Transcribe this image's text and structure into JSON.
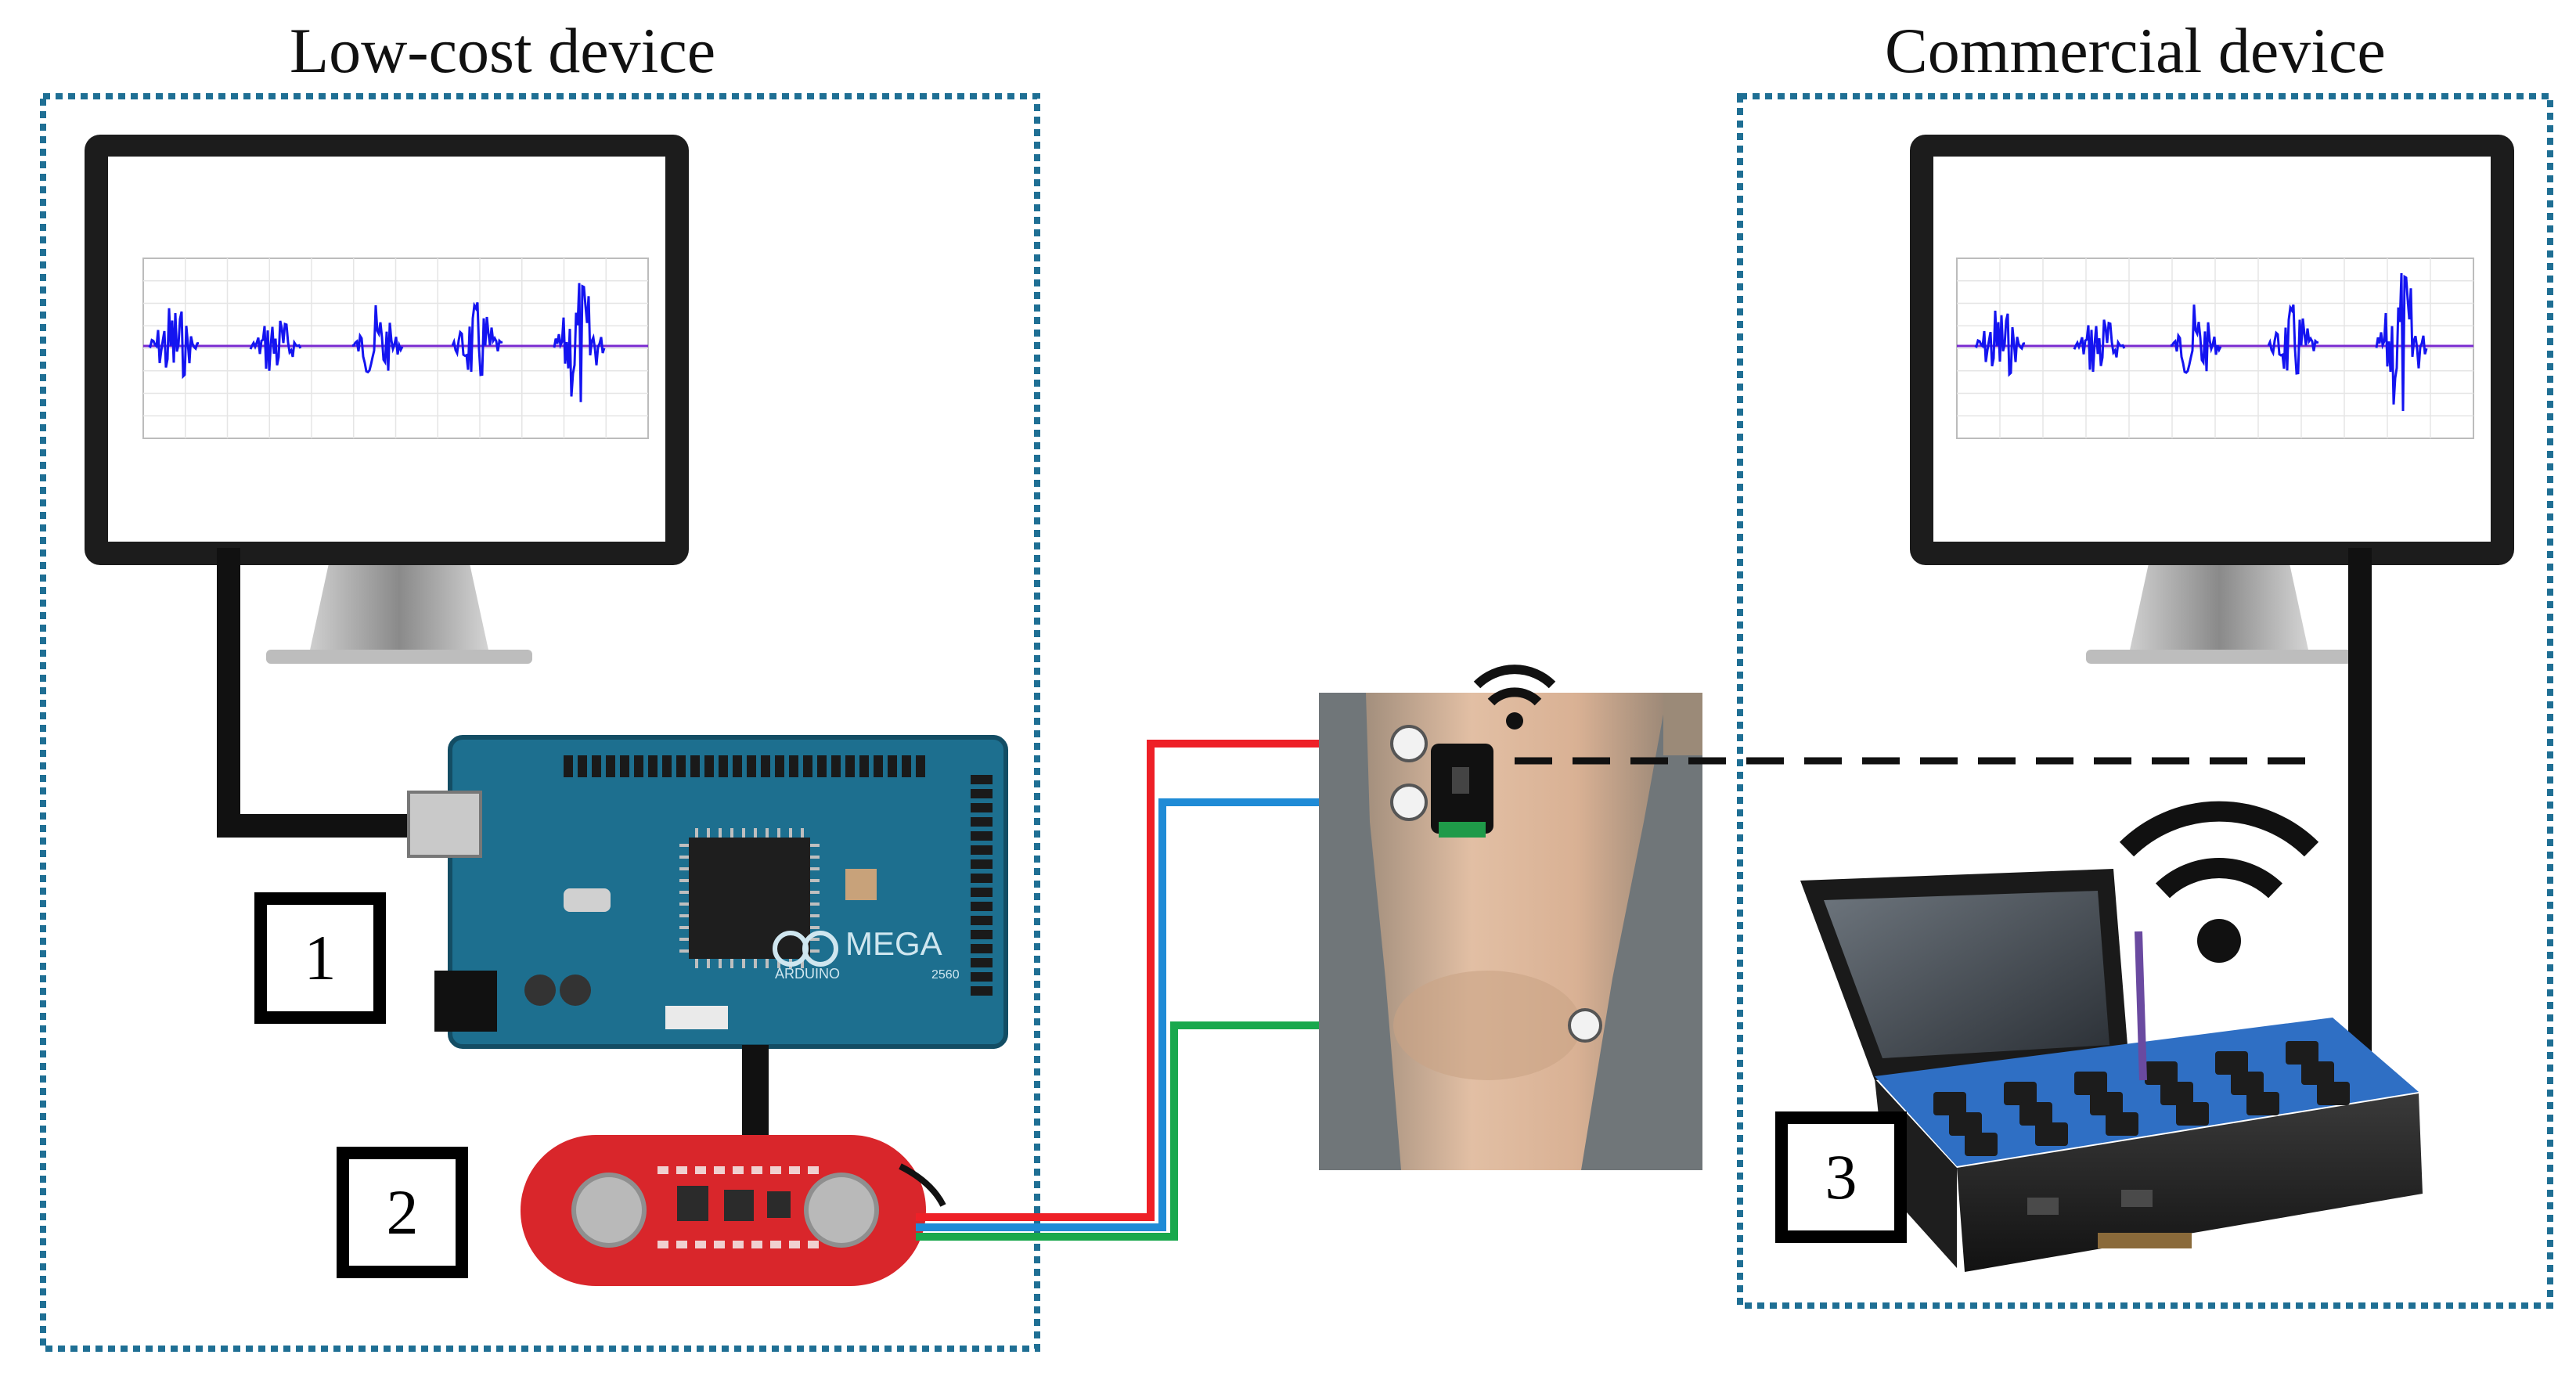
{
  "titles": {
    "low_cost": "Low-cost device",
    "commercial": "Commercial device"
  },
  "labels": {
    "one": "1",
    "two": "2",
    "three": "3"
  },
  "boards": {
    "arduino_text": "MEGA",
    "arduino_subtext": "ARDUINO",
    "arduino_model": "2560"
  },
  "colors": {
    "dotted_border": "#1f6f94",
    "arduino_board": "#1d6f8f",
    "emg_board": "#d9262b",
    "wire_red": "#ee2027",
    "wire_blue": "#1f8bd6",
    "wire_green": "#19a84d",
    "signal": "#1414f0"
  },
  "icons": [
    "monitor-icon",
    "wifi-icon",
    "electrode-icon"
  ]
}
